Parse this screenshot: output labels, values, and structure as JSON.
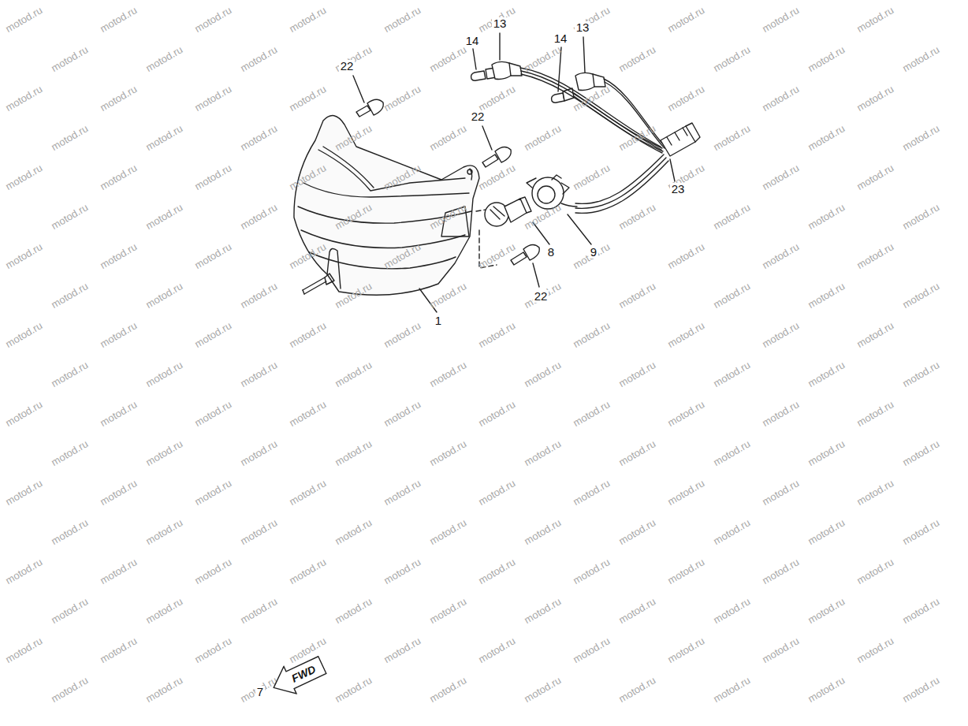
{
  "diagram": {
    "nodes": [
      {
        "text": [
          "FWD"
        ]
      }
    ],
    "labels": [
      "14",
      "13",
      "14",
      "13",
      "22",
      "22",
      "23",
      "8",
      "9",
      "22",
      "1",
      "7",
      "motod.ru",
      "motod.ru",
      "motod.ru",
      "motod.ru",
      "motod.ru",
      "motod.ru",
      "motod.ru",
      "motod.ru",
      "motod.ru",
      "motod.ru",
      "motod.ru",
      "motod.ru",
      "motod.ru",
      "motod.ru",
      "motod.ru",
      "motod.ru",
      "motod.ru",
      "motod.ru",
      "motod.ru",
      "motod.ru",
      "motod.ru",
      "motod.ru",
      "motod.ru",
      "motod.ru",
      "motod.ru",
      "motod.ru",
      "motod.ru",
      "motod.ru",
      "motod.ru",
      "motod.ru",
      "motod.ru",
      "motod.ru",
      "motod.ru",
      "motod.ru",
      "motod.ru",
      "motod.ru",
      "motod.ru",
      "motod.ru",
      "motod.ru",
      "motod.ru",
      "motod.ru",
      "motod.ru",
      "motod.ru",
      "motod.ru",
      "motod.ru",
      "motod.ru",
      "motod.ru",
      "motod.ru",
      "motod.ru",
      "motod.ru",
      "motod.ru",
      "motod.ru",
      "motod.ru",
      "motod.ru",
      "motod.ru",
      "motod.ru",
      "motod.ru",
      "motod.ru",
      "motod.ru",
      "motod.ru",
      "motod.ru",
      "motod.ru",
      "motod.ru",
      "motod.ru",
      "motod.ru",
      "motod.ru",
      "motod.ru",
      "motod.ru",
      "motod.ru",
      "motod.ru",
      "motod.ru",
      "motod.ru",
      "motod.ru",
      "motod.ru",
      "motod.ru",
      "motod.ru",
      "motod.ru",
      "motod.ru",
      "motod.ru",
      "motod.ru",
      "motod.ru",
      "motod.ru",
      "motod.ru",
      "motod.ru",
      "motod.ru",
      "motod.ru",
      "motod.ru",
      "motod.ru",
      "motod.ru",
      "motod.ru",
      "motod.ru",
      "motod.ru",
      "motod.ru",
      "motod.ru",
      "motod.ru",
      "motod.ru",
      "motod.ru",
      "motod.ru",
      "motod.ru",
      "motod.ru",
      "motod.ru",
      "motod.ru",
      "motod.ru",
      "motod.ru",
      "motod.ru",
      "motod.ru",
      "motod.ru",
      "motod.ru",
      "motod.ru",
      "motod.ru",
      "motod.ru",
      "motod.ru",
      "motod.ru",
      "motod.ru",
      "motod.ru",
      "motod.ru",
      "motod.ru",
      "motod.ru",
      "motod.ru",
      "motod.ru",
      "motod.ru",
      "motod.ru",
      "motod.ru",
      "motod.ru",
      "motod.ru",
      "motod.ru",
      "motod.ru",
      "motod.ru",
      "motod.ru",
      "motod.ru",
      "motod.ru",
      "motod.ru",
      "motod.ru",
      "motod.ru",
      "motod.ru",
      "motod.ru",
      "motod.ru",
      "motod.ru",
      "motod.ru",
      "motod.ru",
      "motod.ru",
      "motod.ru",
      "motod.ru",
      "motod.ru",
      "motod.ru",
      "motod.ru",
      "motod.ru",
      "motod.ru",
      "motod.ru",
      "motod.ru",
      "motod.ru",
      "motod.ru",
      "motod.ru",
      "motod.ru",
      "motod.ru",
      "motod.ru",
      "motod.ru",
      "motod.ru",
      "motod.ru",
      "motod.ru",
      "motod.ru",
      "motod.ru",
      "motod.ru",
      "motod.ru",
      "motod.ru",
      "motod.ru",
      "motod.ru",
      "motod.ru",
      "motod.ru",
      "motod.ru",
      "motod.ru",
      "motod.ru",
      "motod.ru",
      "motod.ru",
      "motod.ru",
      "motod.ru",
      "motod.ru",
      "motod.ru",
      "motod.ru",
      "motod.ru"
    ]
  }
}
